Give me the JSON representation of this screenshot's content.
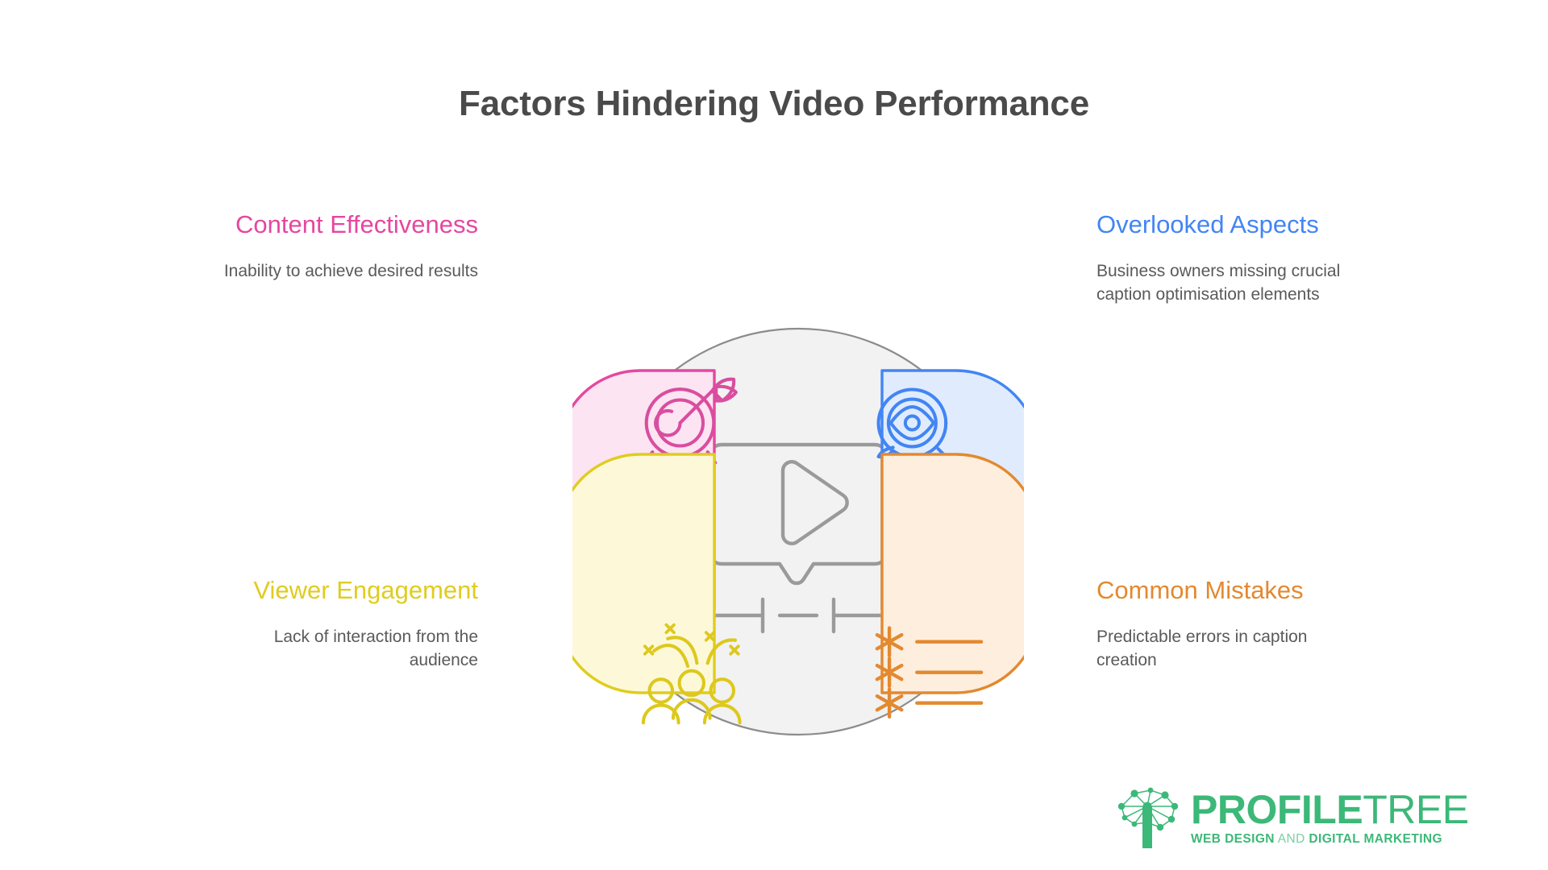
{
  "page": {
    "title": "Factors Hindering Video Performance",
    "background": "#ffffff",
    "title_color": "#4a4a4a"
  },
  "center": {
    "icon_name": "video-message-play-icon",
    "circle_fill": "#f2f2f2",
    "circle_stroke": "#8c8c8c",
    "icon_stroke": "#9a9a9a"
  },
  "quadrants": [
    {
      "id": "content-effectiveness",
      "position": "top-left",
      "heading": "Content Effectiveness",
      "body": "Inability to achieve desired results",
      "color": "#e5479f",
      "fill": "#fce4f2",
      "icon_name": "target-arrow-icon",
      "text_align": "right"
    },
    {
      "id": "overlooked-aspects",
      "position": "top-right",
      "heading": "Overlooked Aspects",
      "body": "Business owners missing crucial caption optimisation elements",
      "color": "#4285f4",
      "fill": "#e0ecfd",
      "icon_name": "eye-magnifier-search-icon",
      "text_align": "left"
    },
    {
      "id": "viewer-engagement",
      "position": "bottom-left",
      "heading": "Viewer Engagement",
      "body": "Lack of interaction from the audience",
      "color": "#e0cc1e",
      "fill": "#fdf9d8",
      "icon_name": "audience-celebration-people-icon",
      "text_align": "right"
    },
    {
      "id": "common-mistakes",
      "position": "bottom-right",
      "heading": "Common Mistakes",
      "body": "Predictable errors in caption creation",
      "color": "#e3892f",
      "fill": "#fdeede",
      "icon_name": "asterisk-bullet-list-icon",
      "text_align": "left"
    }
  ],
  "logo": {
    "mark_name": "profiletree-tree-network-icon",
    "word_primary": "PROFILE",
    "word_secondary": "TREE",
    "tagline_strong_a": "WEB DESIGN",
    "tagline_soft": "AND",
    "tagline_strong_b": "DIGITAL MARKETING",
    "color": "#3cb878"
  }
}
